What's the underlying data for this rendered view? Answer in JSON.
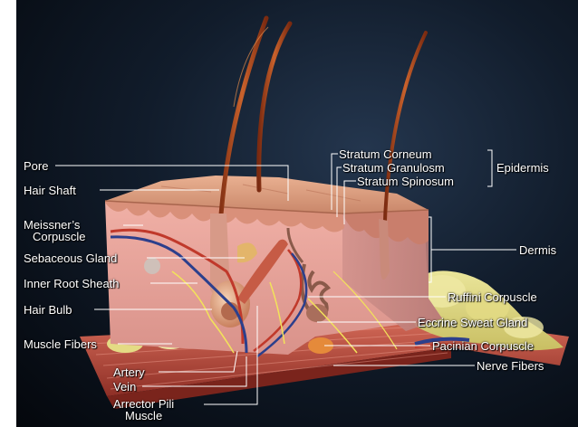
{
  "labels_left": {
    "pore": "Pore",
    "hair_shaft": "Hair Shaft",
    "meissners_line1": "Meissner’s",
    "meissners_line2": "Corpuscle",
    "sebaceous_gland": "Sebaceous Gland",
    "inner_root_sheath": "Inner Root Sheath",
    "hair_bulb": "Hair Bulb",
    "muscle_fibers": "Muscle Fibers"
  },
  "labels_bottom": {
    "artery": "Artery",
    "vein": "Vein",
    "arrector_line1": "Arrector Pili",
    "arrector_line2": "Muscle"
  },
  "labels_right": {
    "stratum_corneum": "Stratum Corneum",
    "stratum_granulosm": "Stratum Granulosm",
    "stratum_spinosum": "Stratum Spinosum",
    "epidermis": "Epidermis",
    "dermis": "Dermis",
    "ruffini": "Ruffini Corpuscle",
    "eccrine": "Eccrine Sweat Gland",
    "pacinian": "Pacinian Corpuscle",
    "nerve_fibers": "Nerve Fibers"
  },
  "colors": {
    "background": "#0b1320",
    "skin_surface": "#e0a183",
    "dermis": "#e9a7a0",
    "fat": "#e8e08c",
    "muscle": "#b84a3e",
    "hair": "#a6451f",
    "artery": "#c0392b",
    "vein": "#2c3f8c",
    "nerve": "#f2e35a",
    "label_text": "#ffffff"
  }
}
